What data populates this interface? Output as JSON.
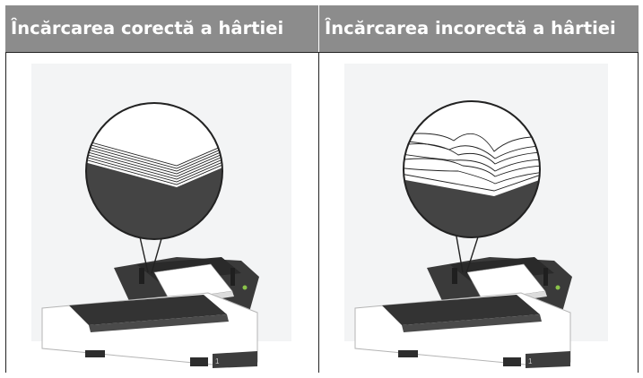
{
  "table": {
    "headers": [
      "Încărcarea corectă a hârtiei",
      "Încărcarea incorectă a hârtiei"
    ]
  },
  "images": {
    "tray_label": "1"
  }
}
